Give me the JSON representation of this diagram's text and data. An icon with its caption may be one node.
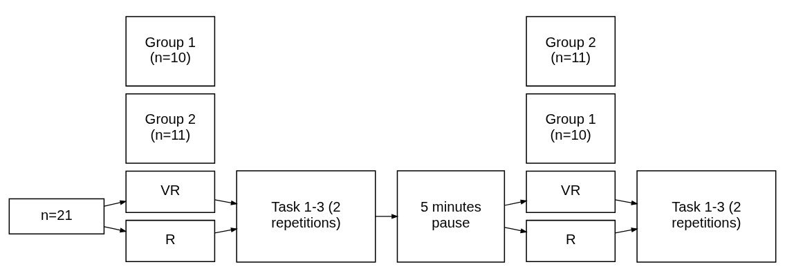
{
  "diagram": {
    "nodes": [
      {
        "text": [
          "n=21"
        ]
      },
      {
        "text": [
          "Group 1 (n=10)"
        ]
      },
      {
        "text": [
          "R"
        ]
      },
      {
        "text": [
          "VR"
        ]
      },
      {
        "text": [
          "Group 2 (n=11)"
        ]
      },
      {
        "text": [
          "Task 1-3 (2 repetitions)"
        ]
      },
      {
        "text": [
          "5 minutes pause"
        ]
      },
      {
        "text": [
          "Group 2 (n=11)"
        ]
      },
      {
        "text": [
          "R"
        ]
      },
      {
        "text": [
          "VR"
        ]
      },
      {
        "text": [
          "Group 1 (n=10)"
        ]
      },
      {
        "text": [
          "Task 1-3 (2 repetitions)"
        ]
      }
    ],
    "edges": [
      {
        "from": 0,
        "to": 2,
        "arrow": "to"
      },
      {
        "from": 0,
        "to": 3,
        "arrow": "to"
      },
      {
        "from": 2,
        "to": 5,
        "arrow": "to"
      },
      {
        "from": 3,
        "to": 5,
        "arrow": "to"
      },
      {
        "from": 5,
        "to": 6,
        "arrow": "to"
      },
      {
        "from": 6,
        "to": 8,
        "arrow": "to"
      },
      {
        "from": 6,
        "to": 9,
        "arrow": "to"
      },
      {
        "from": 8,
        "to": 11,
        "arrow": "to"
      },
      {
        "from": 9,
        "to": 11,
        "arrow": "to"
      }
    ]
  }
}
